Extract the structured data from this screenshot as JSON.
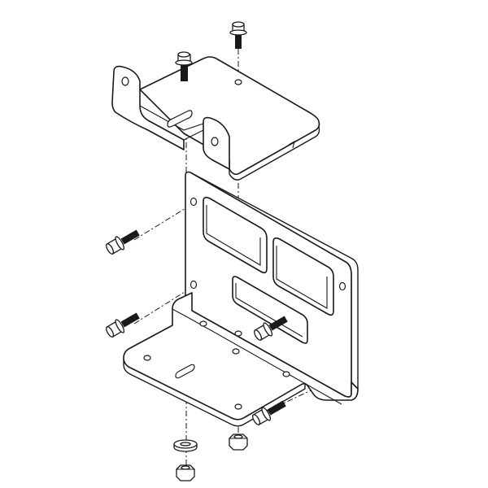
{
  "diagram": {
    "type": "exploded-assembly-drawing",
    "style": "line-art",
    "colors": {
      "stroke": "#1a1a1a",
      "background": "#ffffff"
    },
    "parts": [
      "top-mounting-plate",
      "vertical-back-plate",
      "bottom-base-plate",
      "flange-bolts",
      "flat-washer",
      "hex-nuts"
    ]
  }
}
